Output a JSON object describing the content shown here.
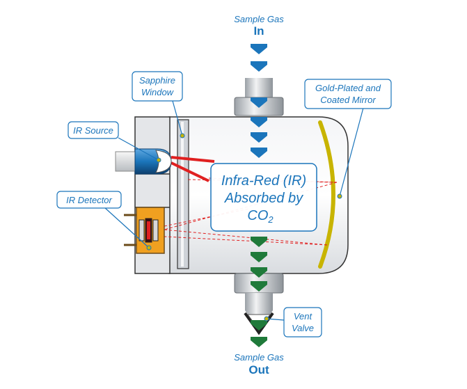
{
  "labels": {
    "inlet_line1": "Sample Gas",
    "inlet_line2": "In",
    "outlet_line1": "Sample Gas",
    "outlet_line2": "Out",
    "sapphire_line1": "Sapphire",
    "sapphire_line2": "Window",
    "ir_source": "IR Source",
    "ir_detector": "IR Detector",
    "mirror_line1": "Gold-Plated and",
    "mirror_line2": "Coated Mirror",
    "vent_line1": "Vent",
    "vent_line2": "Valve",
    "center_line1": "Infra-Red (IR)",
    "center_line2": "Absorbed by",
    "center_line3_main": "CO",
    "center_line3_sub": "2"
  },
  "colors": {
    "label_blue": "#1b75bb",
    "inflow_arrow": "#1b75bb",
    "outflow_arrow": "#1f7a3a",
    "mirror": "#c8b400",
    "beam": "#e02020",
    "detector": "#f0a020",
    "chamber": "#e9ebee",
    "outline": "#333333"
  },
  "icons": {
    "inflow": "chevron-down-icon",
    "outflow": "chevron-down-icon"
  }
}
